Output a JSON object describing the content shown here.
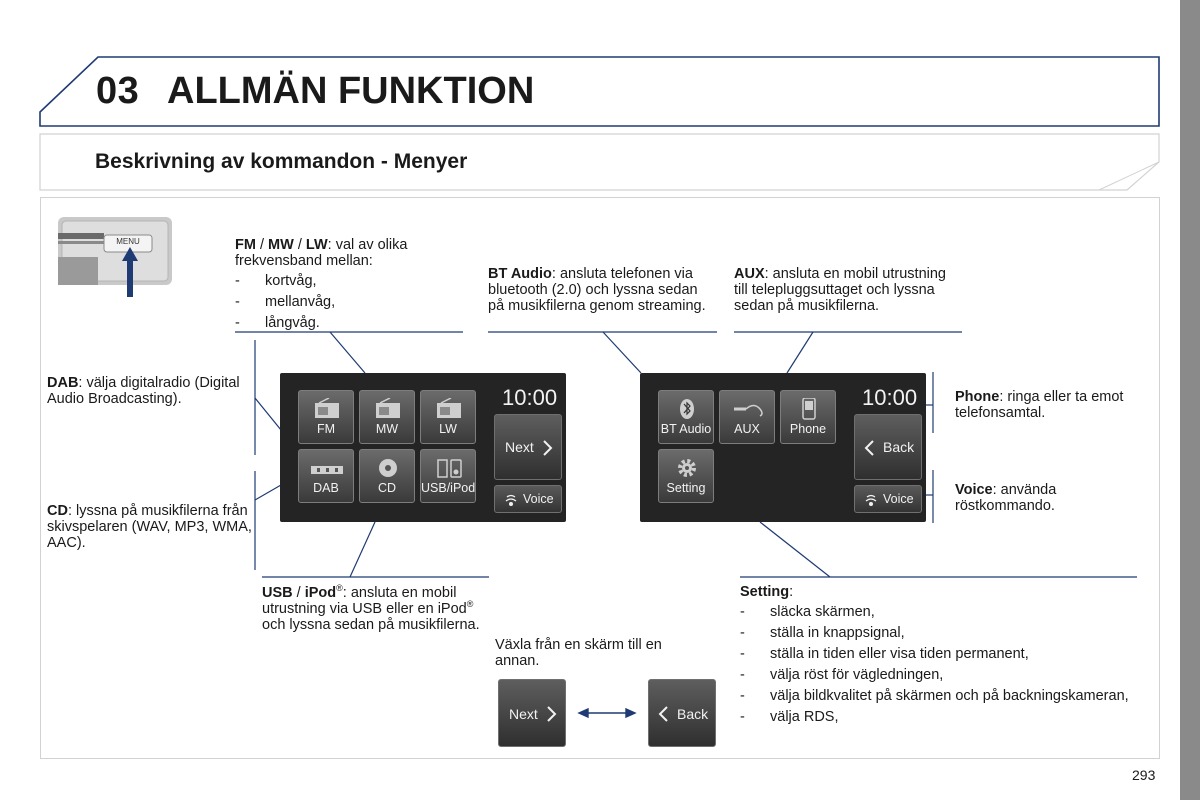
{
  "chapter": {
    "number": "03",
    "title": "ALLMÄN FUNKTION"
  },
  "section": {
    "title": "Beskrivning av kommandon - Menyer"
  },
  "menu_key": {
    "label": "MENU"
  },
  "fm_note": {
    "b1": "FM",
    "s1": " / ",
    "b2": "MW",
    "s2": " / ",
    "b3": "LW",
    "rest": ": val av olika frekvensband mellan:",
    "items": [
      "kortvåg,",
      "mellanvåg,",
      "långvåg."
    ]
  },
  "bt_note": {
    "bold": "BT Audio",
    "rest": ": ansluta telefonen via bluetooth (2.0) och lyssna sedan på musikfilerna genom streaming."
  },
  "aux_note": {
    "bold": "AUX",
    "rest": ": ansluta en mobil utrustning till telepluggsuttaget och lyssna sedan på musikfilerna."
  },
  "dab_note": {
    "bold": "DAB",
    "rest": ": välja digitalradio (Digital Audio Broadcasting)."
  },
  "cd_note": {
    "bold": "CD",
    "rest": ": lyssna på musikfilerna från skivspelaren (WAV, MP3, WMA, AAC)."
  },
  "phone_note": {
    "bold": "Phone",
    "rest": ": ringa eller ta emot telefonsamtal."
  },
  "voice_note": {
    "bold": "Voice",
    "rest": ": använda röstkommando."
  },
  "usb_note": {
    "b1": "USB",
    "s1": " / ",
    "b2": "iPod",
    "reg": "®",
    "t1": ": ansluta en mobil utrustning via USB eller en iPod",
    "t2": " och lyssna sedan på musikfilerna."
  },
  "switch_note": {
    "text": "Växla från en skärm till en annan."
  },
  "setting_note": {
    "bold": "Setting",
    "rest": ":",
    "items": [
      "släcka skärmen,",
      "ställa in knappsignal,",
      "ställa in tiden eller visa tiden permanent,",
      "välja röst för vägledningen,",
      "välja bildkvalitet på skärmen och på backningskameran,",
      "välja RDS,"
    ]
  },
  "dash": "-",
  "screen1": {
    "clock": "10:00",
    "buttons": [
      "FM",
      "MW",
      "LW",
      "DAB",
      "CD",
      "USB/iPod"
    ],
    "next": "Next",
    "voice": "Voice"
  },
  "screen2": {
    "clock": "10:00",
    "buttons": [
      "BT Audio",
      "AUX",
      "Phone",
      "Setting"
    ],
    "back": "Back",
    "voice": "Voice"
  },
  "swap": {
    "next": "Next",
    "back": "Back"
  },
  "page_number": "293",
  "colors": {
    "accent": "#1f3b73",
    "frame": "#d2d2d2",
    "screen": "#242424"
  }
}
